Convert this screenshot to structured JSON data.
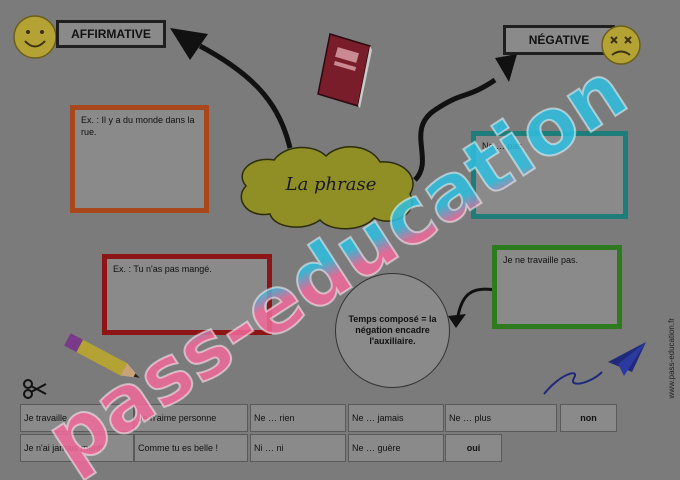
{
  "affirmative": {
    "title": "AFFIRMATIVE",
    "example": "Ex. : Il y a du monde dans la rue."
  },
  "negative": {
    "title": "NÉGATIVE",
    "example": "Ne … pas"
  },
  "center": {
    "label": "La phrase"
  },
  "affirmative_box2": "Ex. : Tu n'as pas mangé.",
  "negative_box2": "Je ne travaille pas.",
  "note": "Temps composé = la négation encadre l'auxiliaire.",
  "watermark": "pass-education",
  "side_url": "www.pass-education.fr",
  "cutouts": {
    "row1": [
      "Je travaille",
      "Je n'aime personne",
      "Ne … rien",
      "Ne … jamais",
      "Ne … plus",
      "non"
    ],
    "row2": [
      "Je n'ai jamais menti",
      "Comme tu es belle !",
      "Ni … ni",
      "Ne … guère",
      "oui"
    ]
  },
  "colors": {
    "background": "#7b7b7b",
    "box_orange": "#a8471c",
    "box_red": "#8e1515",
    "box_teal": "#1e7d7a",
    "box_green": "#2e7a1e",
    "cloud": "#8f8f26",
    "watermark_pink": "#f06a9a",
    "watermark_blue": "#2fbfe0"
  }
}
